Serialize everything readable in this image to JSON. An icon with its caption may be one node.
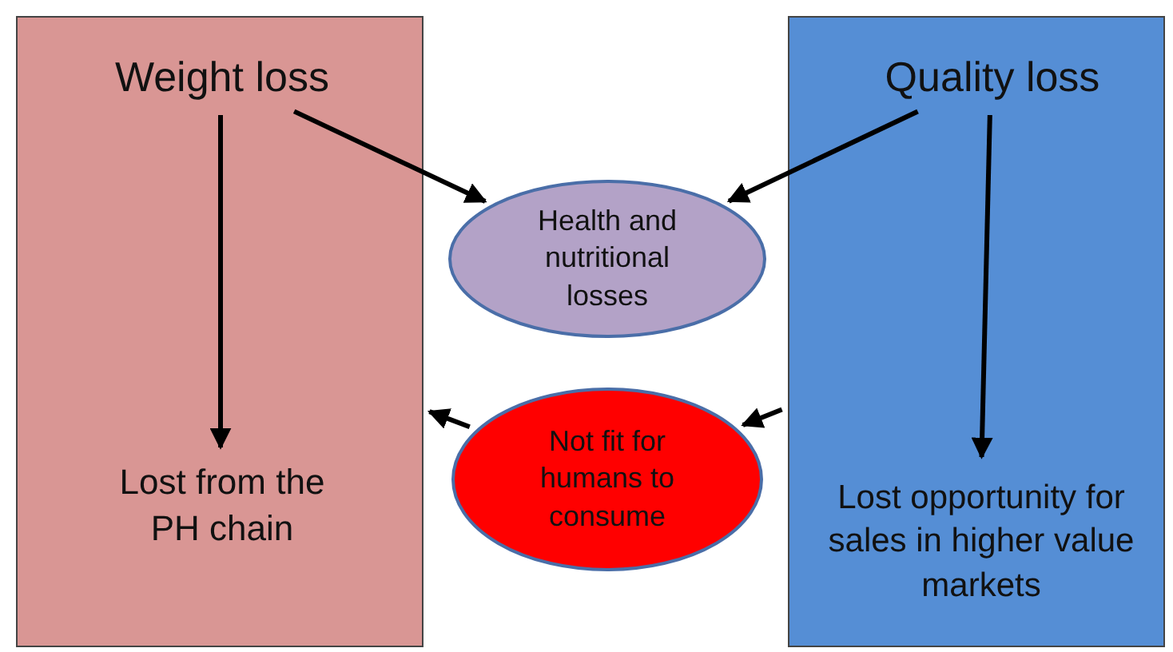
{
  "diagram": {
    "nodes": [
      {
        "text": [],
        "shape": "box"
      },
      {
        "text": [
          "Weight loss"
        ],
        "in": 0
      },
      {
        "text": [
          "Lost from the PH chain"
        ],
        "in": 0
      },
      {
        "text": [
          "Health and nutritional losses"
        ]
      },
      {
        "text": [
          "Not fit for humans to consume"
        ]
      },
      {
        "text": [],
        "shape": "box"
      },
      {
        "text": [
          "Quality loss"
        ],
        "in": 5
      },
      {
        "text": [
          "Lost opportunity for sales in higher value markets"
        ],
        "in": 5
      }
    ],
    "edges": [
      {
        "from": 1,
        "to": 2,
        "arrow": "to"
      },
      {
        "from": 1,
        "to": 3,
        "arrow": "to"
      },
      {
        "from": 6,
        "to": 3,
        "arrow": "to"
      },
      {
        "from": 4,
        "to": 0,
        "arrow": "to"
      },
      {
        "from": 5,
        "to": 4,
        "arrow": "to"
      },
      {
        "from": 6,
        "to": 7,
        "arrow": "to"
      }
    ]
  }
}
